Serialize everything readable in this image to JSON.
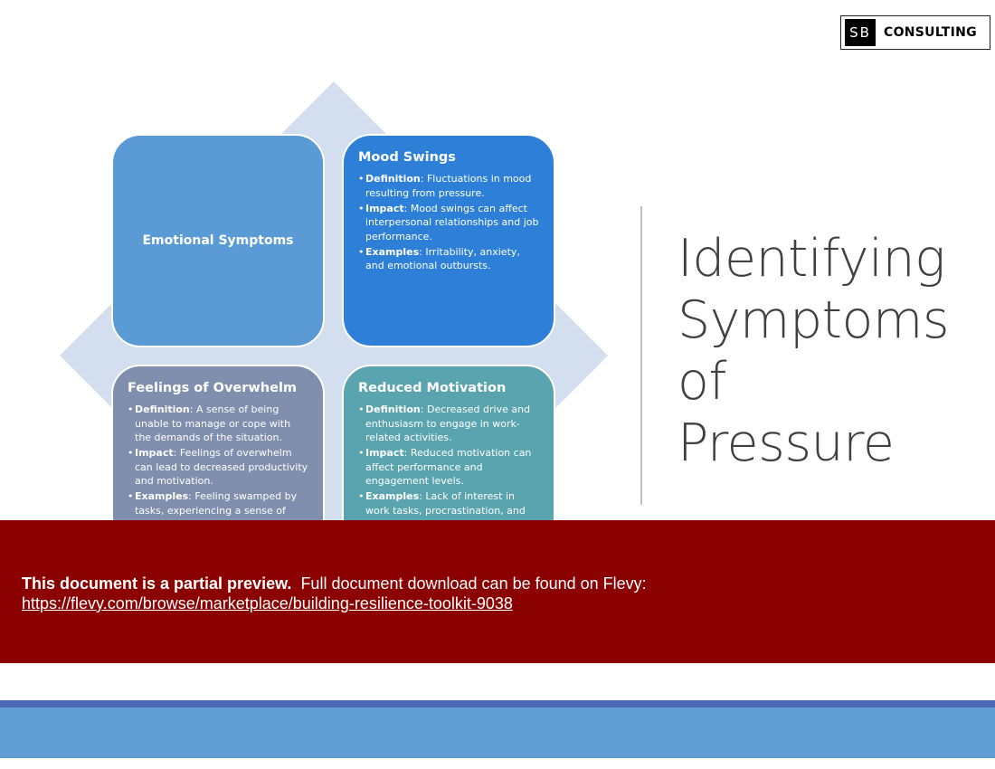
{
  "logo": {
    "mark": "SB",
    "text": "CONSULTING"
  },
  "slide": {
    "title_lines": [
      "Identifying",
      "Symptoms",
      "of",
      "Pressure"
    ]
  },
  "cards": {
    "center": {
      "title": "Emotional Symptoms",
      "color": "#5b9bd5"
    },
    "mood_swings": {
      "title": "Mood Swings",
      "color": "#2e7fd8",
      "items": [
        {
          "label": "Definition",
          "text": ": Fluctuations in mood resulting from pressure."
        },
        {
          "label": "Impact",
          "text": ": Mood swings can affect interpersonal relationships and job performance."
        },
        {
          "label": "Examples",
          "text": ": Irritability, anxiety, and emotional outbursts."
        }
      ]
    },
    "overwhelm": {
      "title": "Feelings of Overwhelm",
      "color": "#7f8fad",
      "items": [
        {
          "label": "Definition",
          "text": ": A sense of being unable to manage or cope with the demands of the situation."
        },
        {
          "label": "Impact",
          "text": ": Feelings of overwhelm can lead to decreased productivity and motivation."
        },
        {
          "label": "Examples",
          "text": ": Feeling swamped by tasks, experiencing a sense of"
        }
      ]
    },
    "motivation": {
      "title": "Reduced Motivation",
      "color": "#5aa4b0",
      "items": [
        {
          "label": "Definition",
          "text": ": Decreased drive and enthusiasm to engage in work-related activities."
        },
        {
          "label": "Impact",
          "text": ": Reduced motivation can affect performance and engagement levels."
        },
        {
          "label": "Examples",
          "text": ": Lack of interest in work tasks, procrastination, and"
        }
      ]
    }
  },
  "preview": {
    "bold_text": "This document is a partial preview.",
    "text": "Full document download can be found on Flevy:",
    "link": "https://flevy.com/browse/marketplace/building-resilience-toolkit-9038",
    "color": "#8b0000"
  },
  "footer": {
    "dark_bar_color": "#4a68b5",
    "light_bar_color": "#609dd2"
  }
}
